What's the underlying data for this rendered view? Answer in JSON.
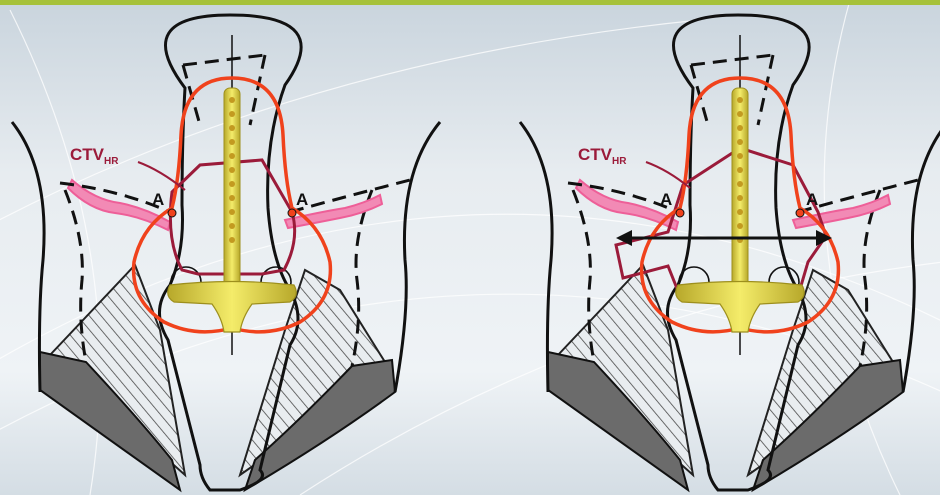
{
  "colors": {
    "top_bar": "#a6c13a",
    "background_light": "#eef2f5",
    "background_dark": "#ccd6de",
    "outline": "#111111",
    "isodose_orange": "#f0421c",
    "ctv_line": "#9b1b3a",
    "pink_band": "#f06aa0",
    "applicator_yellow": "#e8df4a",
    "wall_grey": "#6b6b6b"
  },
  "icons": {
    "applicator": "tandem-and-ovoid-applicator",
    "organ_outline": "uterus-cervix-outline"
  },
  "panels": [
    {
      "name": "left",
      "ctv_label_main": "CTV",
      "ctv_label_sub": "HR",
      "point_left": "A",
      "point_right": "A"
    },
    {
      "name": "right",
      "ctv_label_main": "CTV",
      "ctv_label_sub": "HR",
      "point_left": "A",
      "point_right": "A"
    }
  ]
}
